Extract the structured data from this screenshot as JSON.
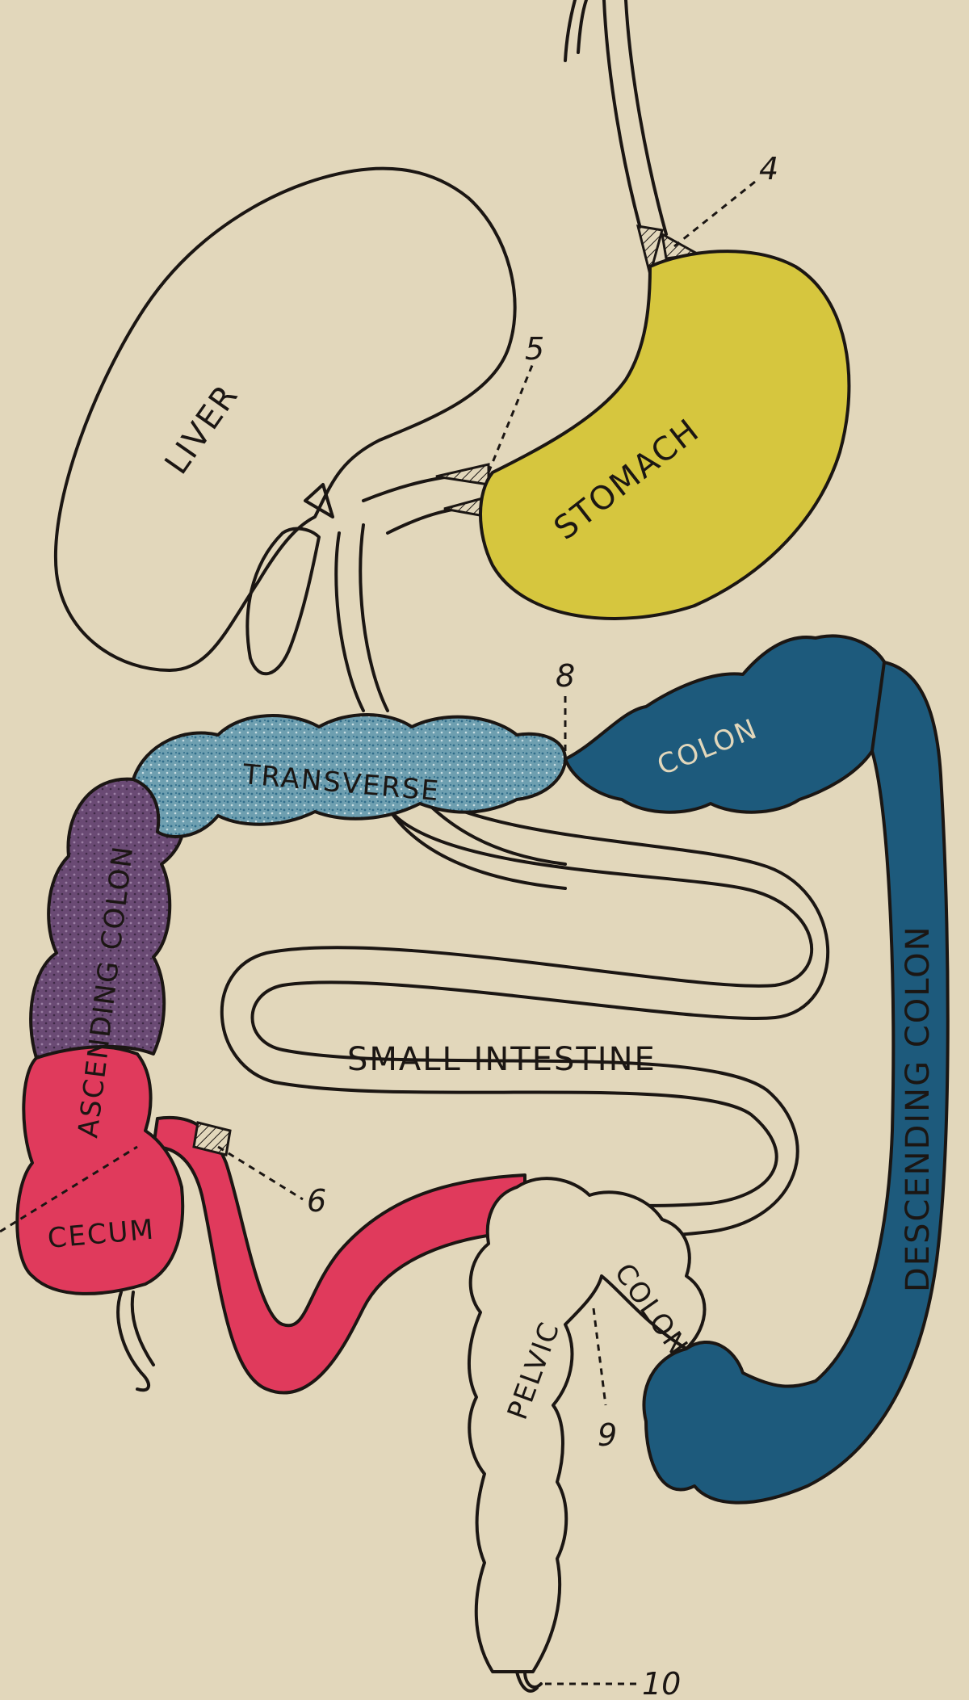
{
  "labels": {
    "liver": "LIVER",
    "stomach": "STOMACH",
    "transverse": "TRANSVERSE",
    "colon_upper": "COLON",
    "ascending_colon": "ASCENDING COLON",
    "descending_colon": "DESCENDING COLON",
    "small_intestine": "SMALL INTESTINE",
    "cecum": "CECUM",
    "pelvic": "PELVIC",
    "colon_pelvic": "COLON"
  },
  "markers": {
    "m4": "4",
    "m5": "5",
    "m6": "6",
    "m8": "8",
    "m9": "9",
    "m10": "10"
  },
  "colors": {
    "background": "#e2d7bb",
    "stomach": "#d6c63e",
    "red": "#e03a5c",
    "blue": "#1d5a7c",
    "light_blue": "#6e9fb0",
    "purple": "#6a4a74",
    "outline": "#1b1613"
  }
}
